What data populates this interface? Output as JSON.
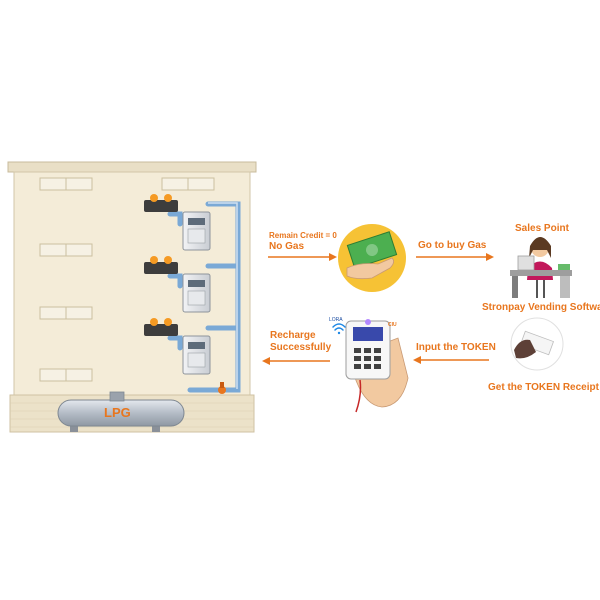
{
  "flow": {
    "remain_credit": "Remain Credit = 0",
    "no_gas": "No Gas",
    "go_buy": "Go to buy Gas",
    "sales_point": "Sales Point",
    "vending_software": "Stronpay Vending Software",
    "get_receipt": "Get the TOKEN Receipt",
    "input_token": "Input the TOKEN",
    "recharge_line1": "Recharge",
    "recharge_line2": "Successfully"
  },
  "building": {
    "tank_label": "LPG"
  },
  "device": {
    "lora_label": "LORA",
    "ciu_label": "CIU"
  },
  "colors": {
    "accent": "#e8761e",
    "pipe": "#7aa9d6",
    "building": "#f4ecd8",
    "window": "#f6f1e4",
    "cash_circle": "#f6c235",
    "money": "#4caf50",
    "tank": "#b4bcc6"
  }
}
